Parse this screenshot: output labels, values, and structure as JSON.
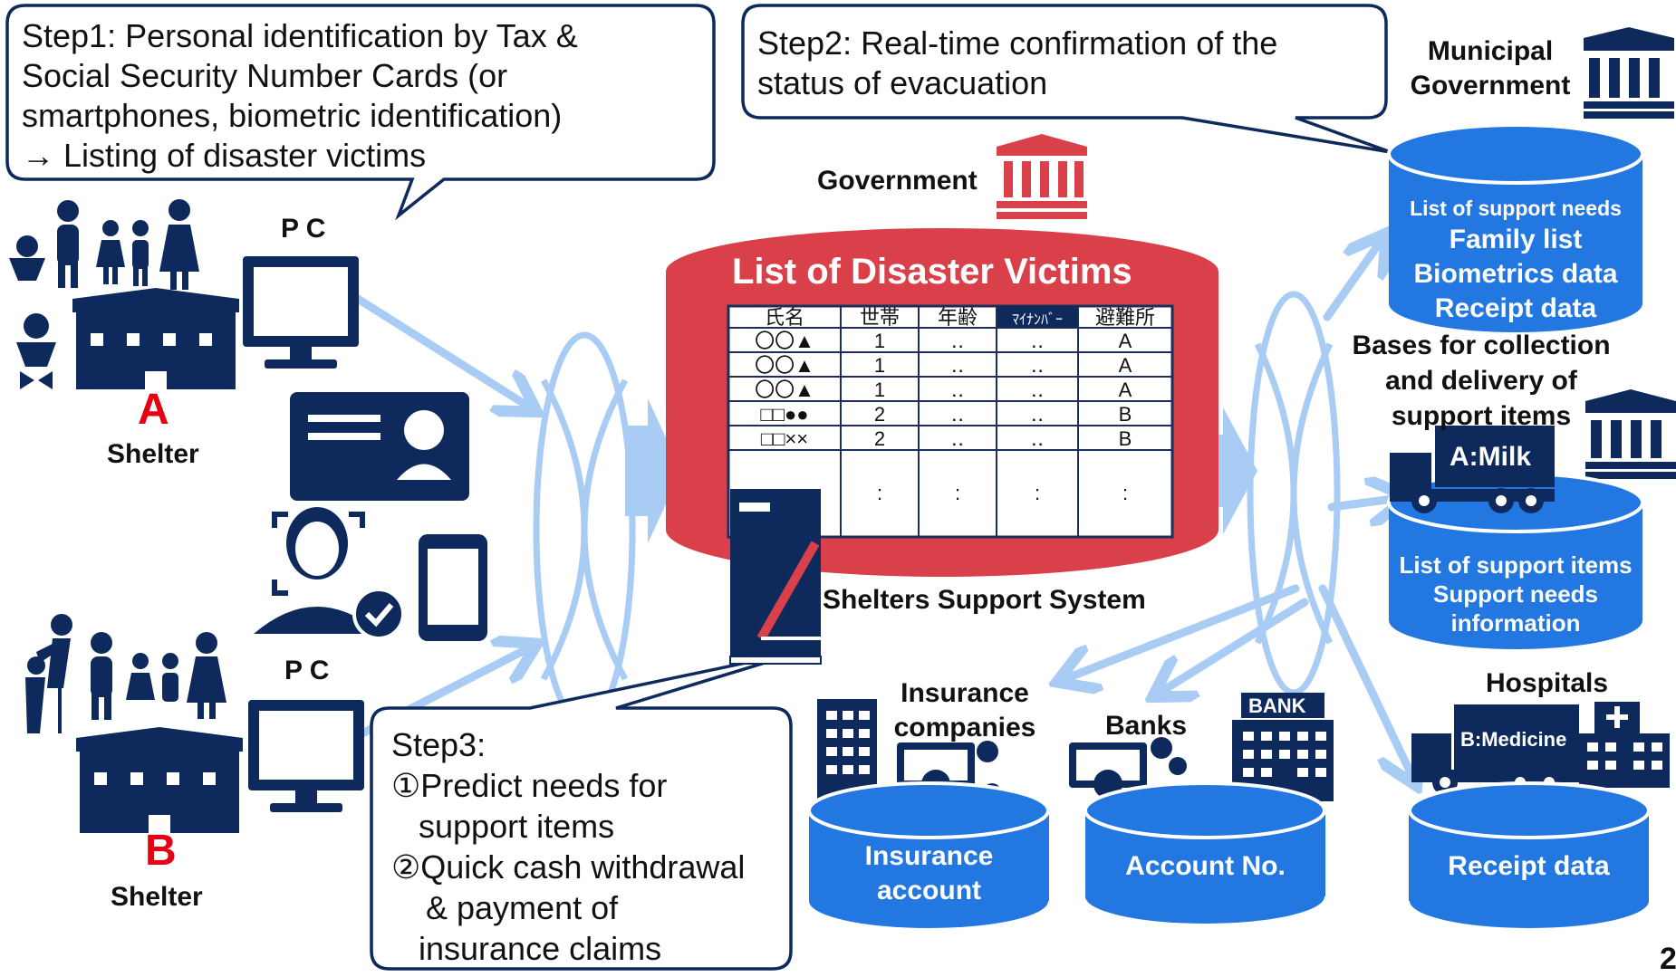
{
  "step1": {
    "line1": "Step1: Personal identification by Tax &",
    "line2": "Social Security Number Cards (or",
    "line3": "smartphones, biometric identification)",
    "line4": "→    Listing of disaster victims"
  },
  "step2": {
    "line1": "Step2: Real-time confirmation of the",
    "line2": "status of evacuation"
  },
  "step3": {
    "line1": "Step3:",
    "line2": "①Predict needs for",
    "line3": "support items",
    "line4": "②Quick cash withdrawal",
    "line5": "& payment of",
    "line6": "insurance claims"
  },
  "shelter_a": {
    "letter": "A",
    "label": "Shelter",
    "pc": "P C"
  },
  "shelter_b": {
    "letter": "B",
    "label": "Shelter",
    "pc": "P C"
  },
  "government": {
    "label": "Government"
  },
  "victims_db": {
    "title": "List of Disaster Victims",
    "headers": [
      "氏名",
      "世帯",
      "年齢",
      "ﾏｲﾅﾝﾊﾞｰ",
      "避難所"
    ],
    "rows": [
      [
        "〇〇▲",
        "1",
        "‥",
        "‥",
        "A"
      ],
      [
        "〇〇▲",
        "1",
        "‥",
        "‥",
        "A"
      ],
      [
        "〇〇▲",
        "1",
        "‥",
        "‥",
        "A"
      ],
      [
        "□□●●",
        "2",
        "‥",
        "‥",
        "B"
      ],
      [
        "□□××",
        "2",
        "‥",
        "‥",
        "B"
      ],
      [
        ":",
        ":",
        ":",
        ":",
        ":"
      ]
    ]
  },
  "system": {
    "label": "Shelters Support System"
  },
  "municipal": {
    "line1": "Municipal",
    "line2": "Government",
    "db_l1": "List of support needs",
    "db_l2": "Family list",
    "db_l3": "Biometrics data",
    "db_l4": "Receipt data"
  },
  "bases": {
    "line1": "Bases for collection",
    "line2": "and delivery of",
    "line3": "support items",
    "truck": "A:Milk",
    "db_l1": "List of support items",
    "db_l2": "Support needs",
    "db_l3": "information"
  },
  "insurance": {
    "line1": "Insurance",
    "line2": "companies",
    "db_l1": "Insurance",
    "db_l2": "account"
  },
  "banks": {
    "label": "Banks",
    "sign": "BANK",
    "db": "Account No."
  },
  "hospitals": {
    "label": "Hospitals",
    "truck": "B:Medicine",
    "db": "Receipt data"
  },
  "page_number": "2",
  "colors": {
    "navy": "#0e2a5c",
    "red": "#d9404a",
    "blue": "#2277e0",
    "light_blue": "#a8ccf4",
    "letter_red": "#e60012"
  }
}
